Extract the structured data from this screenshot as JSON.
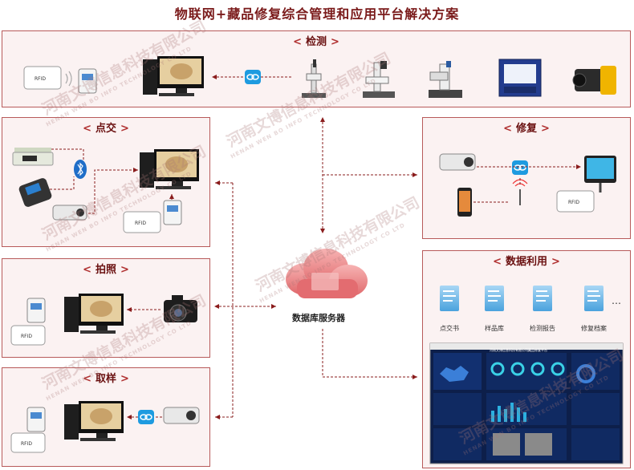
{
  "title": "物联网+藏品修复综合管理和应用平台解决方案",
  "panels": {
    "detect": {
      "label": "检测"
    },
    "hand": {
      "label": "点交"
    },
    "repair": {
      "label": "修复"
    },
    "photo": {
      "label": "拍照"
    },
    "data": {
      "label": "数据利用"
    },
    "sample": {
      "label": "取样"
    }
  },
  "server": {
    "label": "数据库服务器"
  },
  "docs": [
    {
      "label": "点交书"
    },
    {
      "label": "样品库"
    },
    {
      "label": "检测报告"
    },
    {
      "label": "修复档案"
    }
  ],
  "more": "…",
  "rfid": "RFID",
  "watermark": {
    "cn": "河南文博信息科技有限公司",
    "en": "HENAN WEN BO INFO TECHNOLOGY CO LTD"
  },
  "dashboard": {
    "header": "河南文博信息科技有限公司藏品修复平台"
  },
  "colors": {
    "border": "#b85a5a",
    "arrow": "#8a1c1c",
    "panel_bg": "#fbf2f2",
    "title": "#7a1a1a"
  }
}
